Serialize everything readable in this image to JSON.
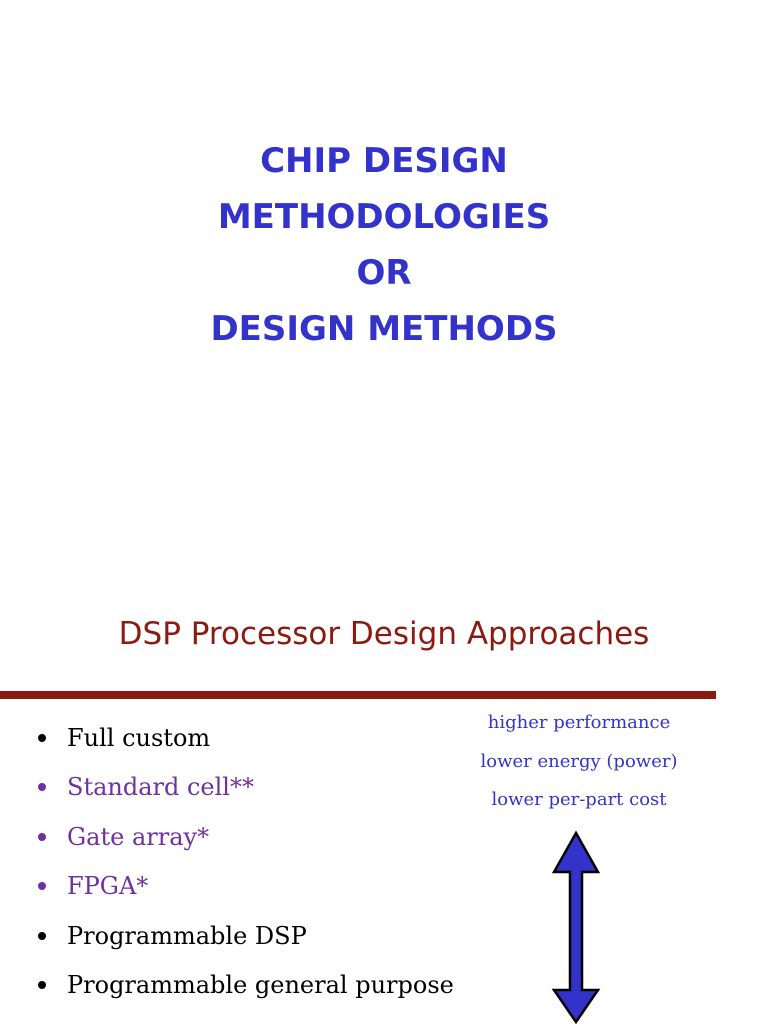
{
  "title": {
    "lines": [
      "CHIP DESIGN",
      "METHODOLOGIES",
      "OR",
      "DESIGN METHODS"
    ]
  },
  "section": {
    "heading": "DSP Processor Design Approaches"
  },
  "bullets": [
    {
      "text": "Full custom",
      "color": "#000000"
    },
    {
      "text": "Standard cell**",
      "color": "#7030a0"
    },
    {
      "text": "Gate array*",
      "color": "#7030a0"
    },
    {
      "text": "FPGA*",
      "color": "#7030a0"
    },
    {
      "text": "Programmable DSP",
      "color": "#000000"
    },
    {
      "text": "Programmable general purpose",
      "color": "#000000"
    }
  ],
  "notes": [
    "higher performance",
    "lower energy (power)",
    "lower per-part cost"
  ],
  "colors": {
    "title": "#3333cc",
    "heading": "#8b1a10",
    "divider": "#8b1a10",
    "arrow_fill": "#3333cc",
    "arrow_stroke": "#000000"
  },
  "icons": {
    "arrow": "double-headed-vertical-arrow-icon"
  }
}
